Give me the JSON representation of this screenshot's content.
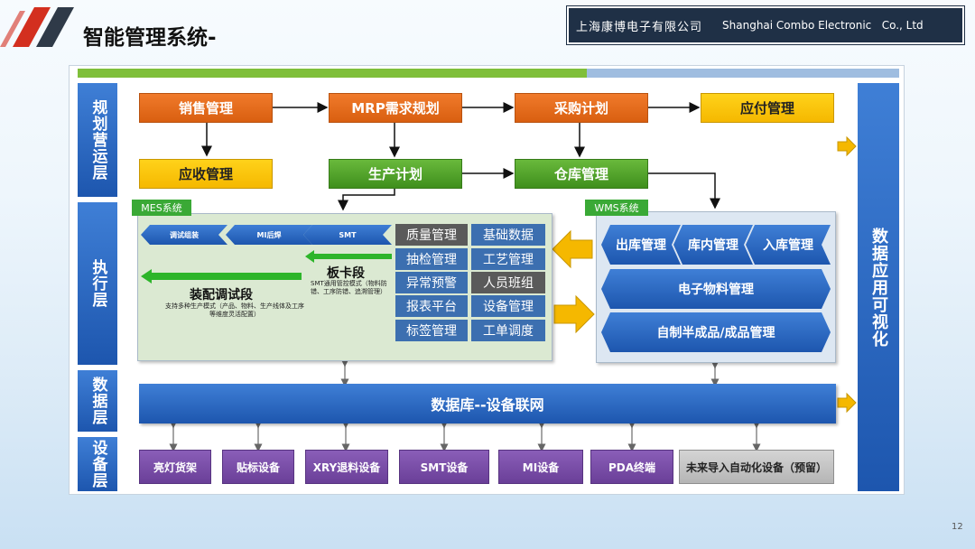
{
  "header": {
    "title": "智能管理系统-",
    "company_cn": "上海康博电子有限公司",
    "company_en": "Shanghai Combo Electronic   Co., Ltd",
    "page_number": "12"
  },
  "layers": {
    "planning": "规划营运层",
    "execution": "执行层",
    "data": "数据层",
    "device": "设备层",
    "visualization": "数据应用可视化"
  },
  "planning": {
    "sales": "销售管理",
    "mrp": "MRP需求规划",
    "purchase": "采购计划",
    "payable": "应付管理",
    "receivable": "应收管理",
    "production_plan": "生产计划",
    "warehouse": "仓库管理"
  },
  "mes": {
    "tag": "MES系统",
    "chevrons": [
      "调试组装",
      "MI后焊",
      "SMT"
    ],
    "board_stage": "板卡段",
    "board_desc": "SMT通用管控模式（物料防错、工序防错、追溯管理）",
    "assembly_stage": "装配调试段",
    "assembly_desc": "支持多种生产模式（产品、物料、生产线体及工序等维度灵活配置）",
    "grid": [
      [
        "质量管理",
        "基础数据"
      ],
      [
        "抽检管理",
        "工艺管理"
      ],
      [
        "异常预警",
        "人员班组"
      ],
      [
        "报表平台",
        "设备管理"
      ],
      [
        "标签管理",
        "工单调度"
      ]
    ]
  },
  "wms": {
    "tag": "WMS系统",
    "chevrons": [
      "出库管理",
      "库内管理",
      "入库管理"
    ],
    "material": "电子物料管理",
    "finished": "自制半成品/成品管理"
  },
  "database": "数据库--设备联网",
  "devices": [
    "亮灯货架",
    "贴标设备",
    "XRY退料设备",
    "SMT设备",
    "MI设备",
    "PDA终端"
  ],
  "device_future": "未来导入自动化设备（预留）"
}
